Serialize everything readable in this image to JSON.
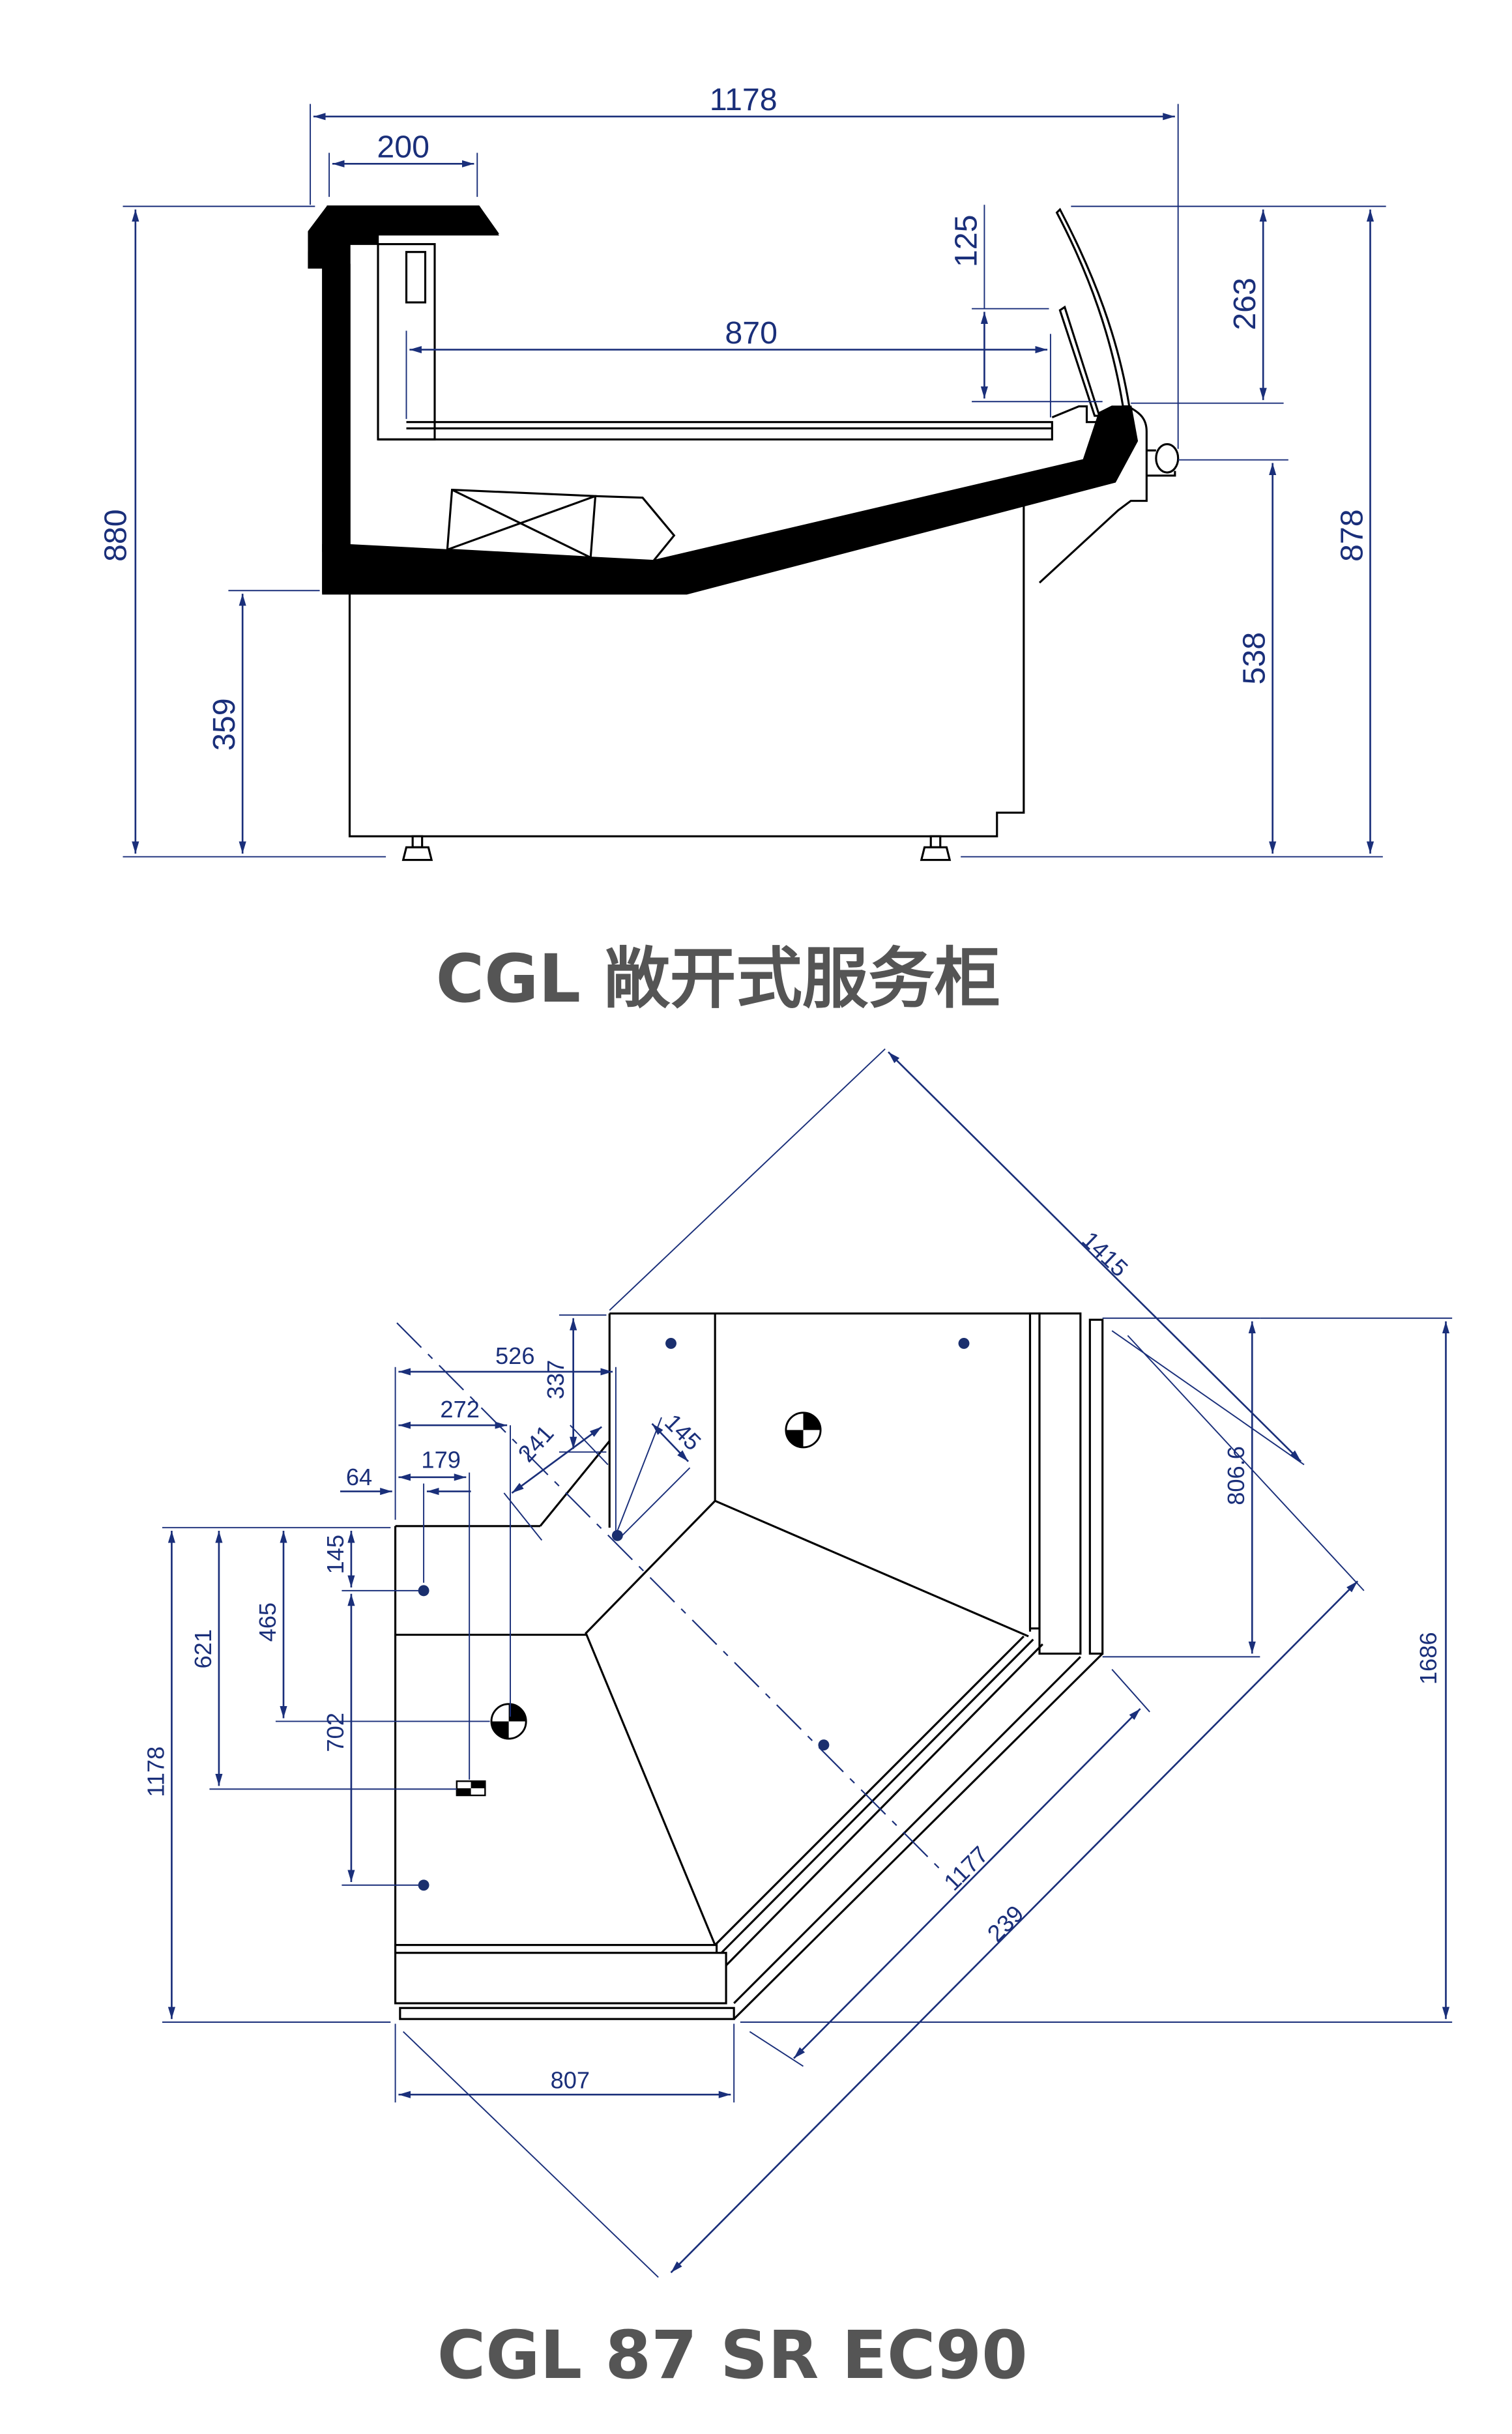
{
  "colors": {
    "dimension": "#1a2f7a",
    "outline": "#000000",
    "title": "#555555",
    "background": "#ffffff"
  },
  "side_view": {
    "title": "CGL 敞开式服务柜",
    "dimensions": {
      "overall_depth": "1178",
      "top_shelf_depth": "200",
      "display_depth": "870",
      "glass_offset": "125",
      "glass_height": "263",
      "overall_height_left": "880",
      "overall_height_right": "878",
      "front_base_height": "538",
      "rear_base_height": "359"
    }
  },
  "plan_view": {
    "title": "CGL 87 SR EC90",
    "dimensions": {
      "diagonal_overall": "1415",
      "right_depth": "806.6",
      "overall_height": "1686",
      "left_depth": "1178",
      "dim_621": "621",
      "dim_465": "465",
      "dim_702": "702",
      "dim_145_vertical": "145",
      "dim_526": "526",
      "dim_337": "337",
      "dim_272": "272",
      "dim_241": "241",
      "dim_179": "179",
      "dim_64": "64",
      "dim_145_diagonal": "145",
      "front_diagonal": "1177",
      "outer_diagonal": "239",
      "bottom_width": "807"
    },
    "symbols": {
      "center_of_gravity_icon": "center-of-gravity-icon",
      "drain_marker_icon": "checkered-marker-icon",
      "support_point_icon": "dot-icon"
    }
  }
}
